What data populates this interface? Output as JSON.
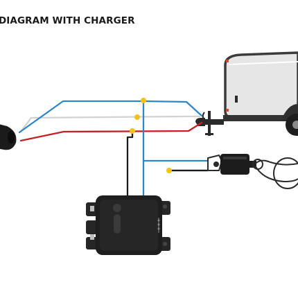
{
  "title": "DIAGRAM WITH CHARGER",
  "colors": {
    "blue_wire": "#2d86c6",
    "red_wire": "#c62026",
    "gray_wire": "#d2d2d2",
    "black_wire": "#1b1b1b",
    "junction": "#f3c21c",
    "controller_body": "#262626",
    "trailer_body": "#e6e6e6"
  },
  "components": [
    {
      "name": "tow-vehicle-plug",
      "icon": "plug-icon"
    },
    {
      "name": "trailer",
      "icon": "trailer-icon"
    },
    {
      "name": "battery-charger",
      "icon": "charger-icon"
    },
    {
      "name": "breakaway-switch",
      "icon": "switch-icon"
    }
  ]
}
